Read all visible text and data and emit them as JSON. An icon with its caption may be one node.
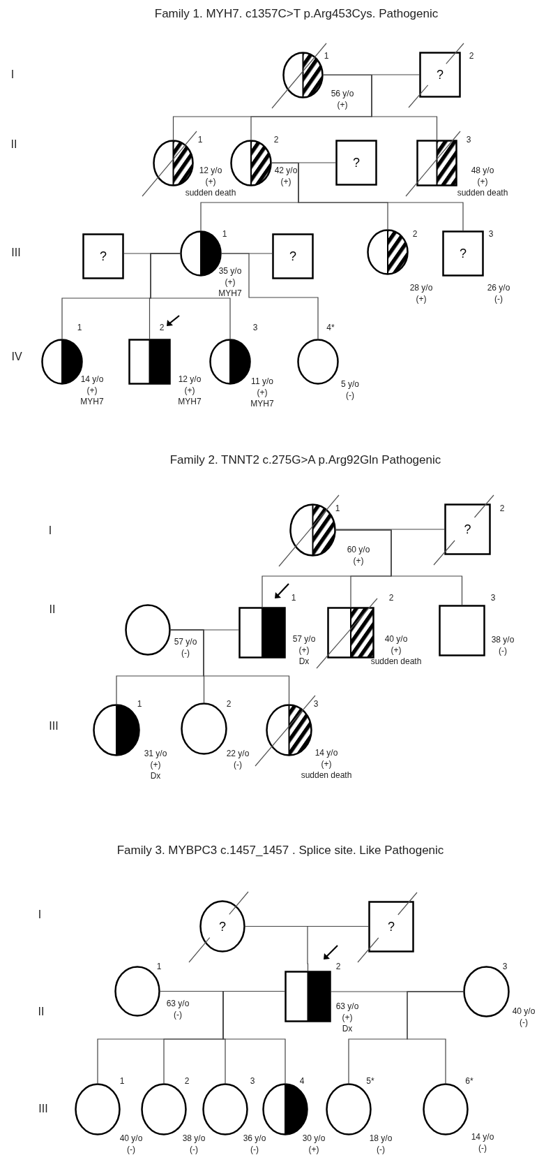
{
  "diagram": {
    "nodes": [
      {
        "text": [],
        "shape": "circle",
        "beside": [
          "1",
          "56 y/o",
          "(+)"
        ]
      },
      {
        "text": [
          "?"
        ],
        "beside": [
          "2"
        ]
      },
      {
        "text": [],
        "shape": "circle",
        "beside": [
          "1",
          "12 y/o",
          "(+)",
          "sudden death"
        ]
      },
      {
        "text": [],
        "shape": "circle",
        "beside": [
          "2",
          "42 y/o",
          "(+)"
        ]
      },
      {
        "text": [
          "?"
        ]
      },
      {
        "text": [],
        "shape": "box",
        "beside": [
          "3",
          "48 y/o",
          "(+)",
          "sudden death"
        ]
      },
      {
        "text": [
          "?"
        ]
      },
      {
        "text": [],
        "shape": "circle",
        "beside": [
          "1",
          "35 y/o",
          "(+)",
          "MYH7"
        ]
      },
      {
        "text": [
          "?"
        ]
      },
      {
        "text": [],
        "shape": "circle",
        "beside": [
          "2",
          "28 y/o",
          "(+)"
        ]
      },
      {
        "text": [
          "?"
        ],
        "beside": [
          "3",
          "26 y/o",
          "(-)"
        ]
      },
      {
        "text": [],
        "shape": "circle",
        "beside": [
          "1",
          "14 y/o",
          "(+)",
          "MYH7"
        ]
      },
      {
        "text": [],
        "shape": "box",
        "beside": [
          "2",
          "12 y/o",
          "(+)",
          "MYH7"
        ]
      },
      {
        "text": [],
        "shape": "circle",
        "beside": [
          "3",
          "11 y/o",
          "(+)",
          "MYH7"
        ]
      },
      {
        "text": [],
        "shape": "circle",
        "beside": [
          "4*",
          "5 y/o",
          "(-)"
        ]
      },
      {
        "text": [],
        "shape": "circle",
        "beside": [
          "1",
          "60 y/o",
          "(+)"
        ]
      },
      {
        "text": [
          "?"
        ],
        "beside": [
          "2"
        ]
      },
      {
        "text": [],
        "shape": "circle",
        "beside": [
          "57 y/o",
          "(-)"
        ]
      },
      {
        "text": [],
        "shape": "box",
        "beside": [
          "1",
          "57 y/o",
          "(+)",
          "Dx"
        ]
      },
      {
        "text": [],
        "shape": "box",
        "beside": [
          "2",
          "40 y/o",
          "(+)",
          "sudden death"
        ]
      },
      {
        "text": [],
        "shape": "box",
        "beside": [
          "3",
          "38 y/o",
          "(-)"
        ]
      },
      {
        "text": [],
        "shape": "circle",
        "beside": [
          "1",
          "31 y/o",
          "(+)",
          "Dx"
        ]
      },
      {
        "text": [],
        "shape": "circle",
        "beside": [
          "2",
          "22 y/o",
          "(-)"
        ]
      },
      {
        "text": [],
        "shape": "circle",
        "beside": [
          "3",
          "14 y/o",
          "(+)",
          "sudden death"
        ]
      },
      {
        "text": [
          "?"
        ]
      },
      {
        "text": [
          "?"
        ]
      },
      {
        "text": [],
        "shape": "circle",
        "beside": [
          "1",
          "63 y/o",
          "(-)"
        ]
      },
      {
        "text": [],
        "shape": "box",
        "beside": [
          "2",
          "63 y/o",
          "(+)",
          "Dx"
        ]
      },
      {
        "text": [],
        "shape": "circle",
        "beside": [
          "3",
          "40 y/o",
          "(-)"
        ]
      },
      {
        "text": [],
        "shape": "circle",
        "beside": [
          "1",
          "40 y/o",
          "(-)"
        ]
      },
      {
        "text": [],
        "shape": "circle",
        "beside": [
          "2",
          "38 y/o",
          "(-)"
        ]
      },
      {
        "text": [],
        "shape": "circle",
        "beside": [
          "3",
          "36 y/o",
          "(-)"
        ]
      },
      {
        "text": [],
        "shape": "circle",
        "beside": [
          "4",
          "30 y/o",
          "(+)"
        ]
      },
      {
        "text": [],
        "shape": "circle",
        "beside": [
          "5*",
          "18 y/o",
          "(-)"
        ]
      },
      {
        "text": [],
        "shape": "circle",
        "beside": [
          "6*",
          "14 y/o",
          "(-)"
        ]
      }
    ],
    "edges": [
      {
        "from": 0,
        "to": 1,
        "arrow": "none"
      },
      {
        "from": 0,
        "to": 2,
        "arrow": "none"
      },
      {
        "from": 0,
        "to": 3,
        "arrow": "none"
      },
      {
        "from": 0,
        "to": 5,
        "arrow": "none"
      },
      {
        "from": 3,
        "to": 4,
        "arrow": "none"
      },
      {
        "from": 3,
        "to": 7,
        "arrow": "none"
      },
      {
        "from": 3,
        "to": 9,
        "arrow": "none"
      },
      {
        "from": 3,
        "to": 10,
        "arrow": "none"
      },
      {
        "from": 6,
        "to": 7,
        "arrow": "none"
      },
      {
        "from": 7,
        "to": 11,
        "arrow": "none"
      },
      {
        "from": 7,
        "to": 12,
        "arrow": "none"
      },
      {
        "from": 7,
        "to": 13,
        "arrow": "none"
      },
      {
        "from": 7,
        "to": 8,
        "arrow": "none"
      },
      {
        "from": 7,
        "to": 14,
        "arrow": "none"
      },
      {
        "from": 15,
        "to": 16,
        "arrow": "none"
      },
      {
        "from": 15,
        "to": 18,
        "arrow": "none"
      },
      {
        "from": 15,
        "to": 19,
        "arrow": "none"
      },
      {
        "from": 15,
        "to": 20,
        "arrow": "none"
      },
      {
        "from": 17,
        "to": 18,
        "arrow": "none"
      },
      {
        "from": 17,
        "to": 21,
        "arrow": "none"
      },
      {
        "from": 17,
        "to": 22,
        "arrow": "none"
      },
      {
        "from": 17,
        "to": 23,
        "arrow": "none"
      },
      {
        "from": 24,
        "to": 25,
        "arrow": "none"
      },
      {
        "from": 24,
        "to": 27,
        "arrow": "none"
      },
      {
        "from": 26,
        "to": 27,
        "arrow": "none"
      },
      {
        "from": 26,
        "to": 29,
        "arrow": "none"
      },
      {
        "from": 26,
        "to": 30,
        "arrow": "none"
      },
      {
        "from": 26,
        "to": 31,
        "arrow": "none"
      },
      {
        "from": 26,
        "to": 32,
        "arrow": "none"
      },
      {
        "from": 27,
        "to": 28,
        "arrow": "none"
      },
      {
        "from": 28,
        "to": 33,
        "arrow": "none"
      },
      {
        "from": 28,
        "to": 34,
        "arrow": "none"
      }
    ],
    "labels": [
      "Family 1. MYH7. c1357C>T p.Arg453Cys. Pathogenic",
      "I",
      "II",
      "III",
      "IV",
      "Family 2. TNNT2 c.275G>A p.Arg92Gln Pathogenic",
      "I",
      "II",
      "III",
      "Family 3. MYBPC3 c.1457_1457 . Splice site. Like Pathogenic",
      "I",
      "II",
      "III"
    ]
  }
}
